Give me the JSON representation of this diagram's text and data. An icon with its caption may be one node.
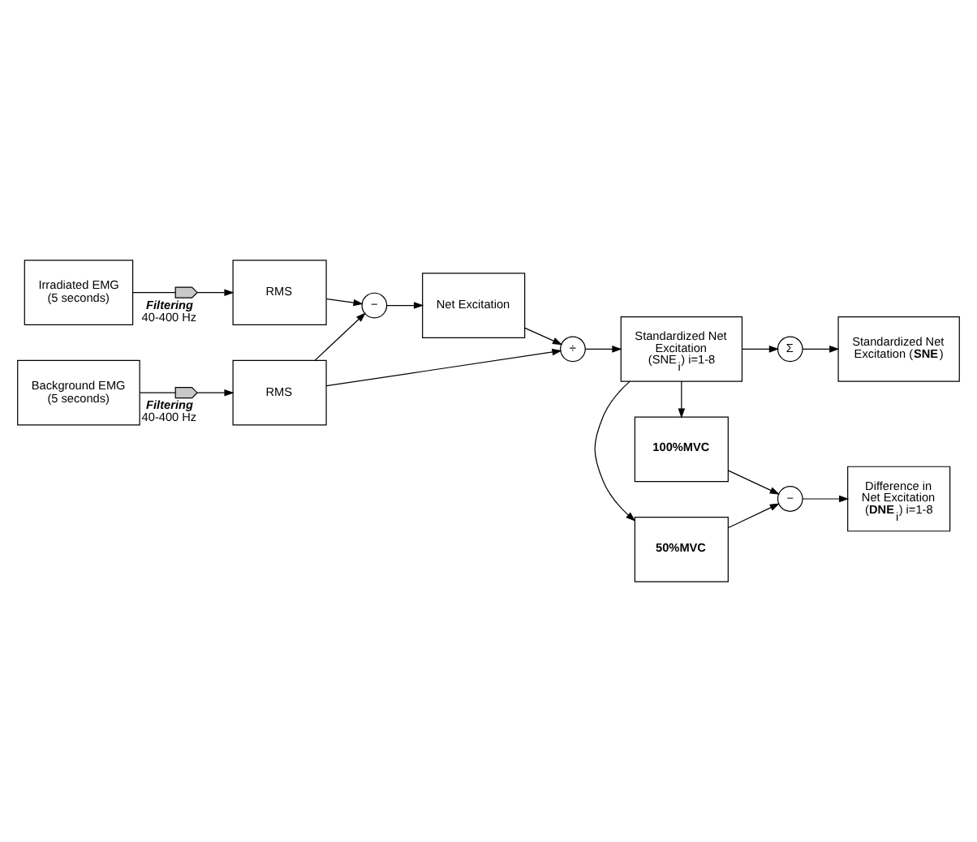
{
  "diagram": {
    "nodes": [
      {
        "text": [
          "Irradiated EMG (5 seconds)"
        ]
      },
      {
        "text": [],
        "shape": "pentagon",
        "beside": [
          "Filtering",
          "40-400 Hz"
        ]
      },
      {
        "text": [
          "RMS"
        ]
      },
      {
        "text": [
          "−"
        ]
      },
      {
        "text": [
          "Net Excitation"
        ]
      },
      {
        "text": [
          "Background EMG (5 seconds)"
        ]
      },
      {
        "text": [],
        "shape": "pentagon",
        "beside": [
          "Filtering",
          "40-400 Hz"
        ]
      },
      {
        "text": [
          "RMS"
        ]
      },
      {
        "text": [
          "÷"
        ]
      },
      {
        "text": [
          "Standardized Net Excitation (SNE$_{i}$) i=1-8"
        ]
      },
      {
        "text": [
          "Σ"
        ]
      },
      {
        "text": [
          "Standardized Net Excitation (**SNE**)"
        ]
      },
      {
        "text": [
          "**50%MVC**"
        ]
      },
      {
        "text": [
          "**100%MVC**"
        ]
      },
      {
        "text": [
          "−"
        ]
      },
      {
        "text": [
          "Difference in Net Excitation (**DNE**$_{i}$) i=1-8"
        ]
      }
    ],
    "edges": [
      {
        "from": 0,
        "to": 1,
        "arrow": "none"
      },
      {
        "from": 1,
        "to": 2,
        "arrow": "to"
      },
      {
        "from": 5,
        "to": 6,
        "arrow": "none"
      },
      {
        "from": 6,
        "to": 7,
        "arrow": "to"
      },
      {
        "from": 2,
        "to": 3,
        "arrow": "to"
      },
      {
        "from": 7,
        "to": 3,
        "arrow": "to"
      },
      {
        "from": 3,
        "to": 4,
        "arrow": "to"
      },
      {
        "from": 4,
        "to": 8,
        "arrow": "to"
      },
      {
        "from": 7,
        "to": 8,
        "arrow": "to"
      },
      {
        "from": 8,
        "to": 9,
        "arrow": "to"
      },
      {
        "from": 9,
        "to": 10,
        "arrow": "to"
      },
      {
        "from": 10,
        "to": 11,
        "arrow": "to"
      },
      {
        "from": 9,
        "to": 12,
        "arrow": "to"
      },
      {
        "from": 9,
        "to": 13,
        "arrow": "to"
      },
      {
        "from": 12,
        "to": 14,
        "arrow": "to"
      },
      {
        "from": 13,
        "to": 14,
        "arrow": "to"
      },
      {
        "from": 14,
        "to": 15,
        "arrow": "to"
      }
    ]
  }
}
